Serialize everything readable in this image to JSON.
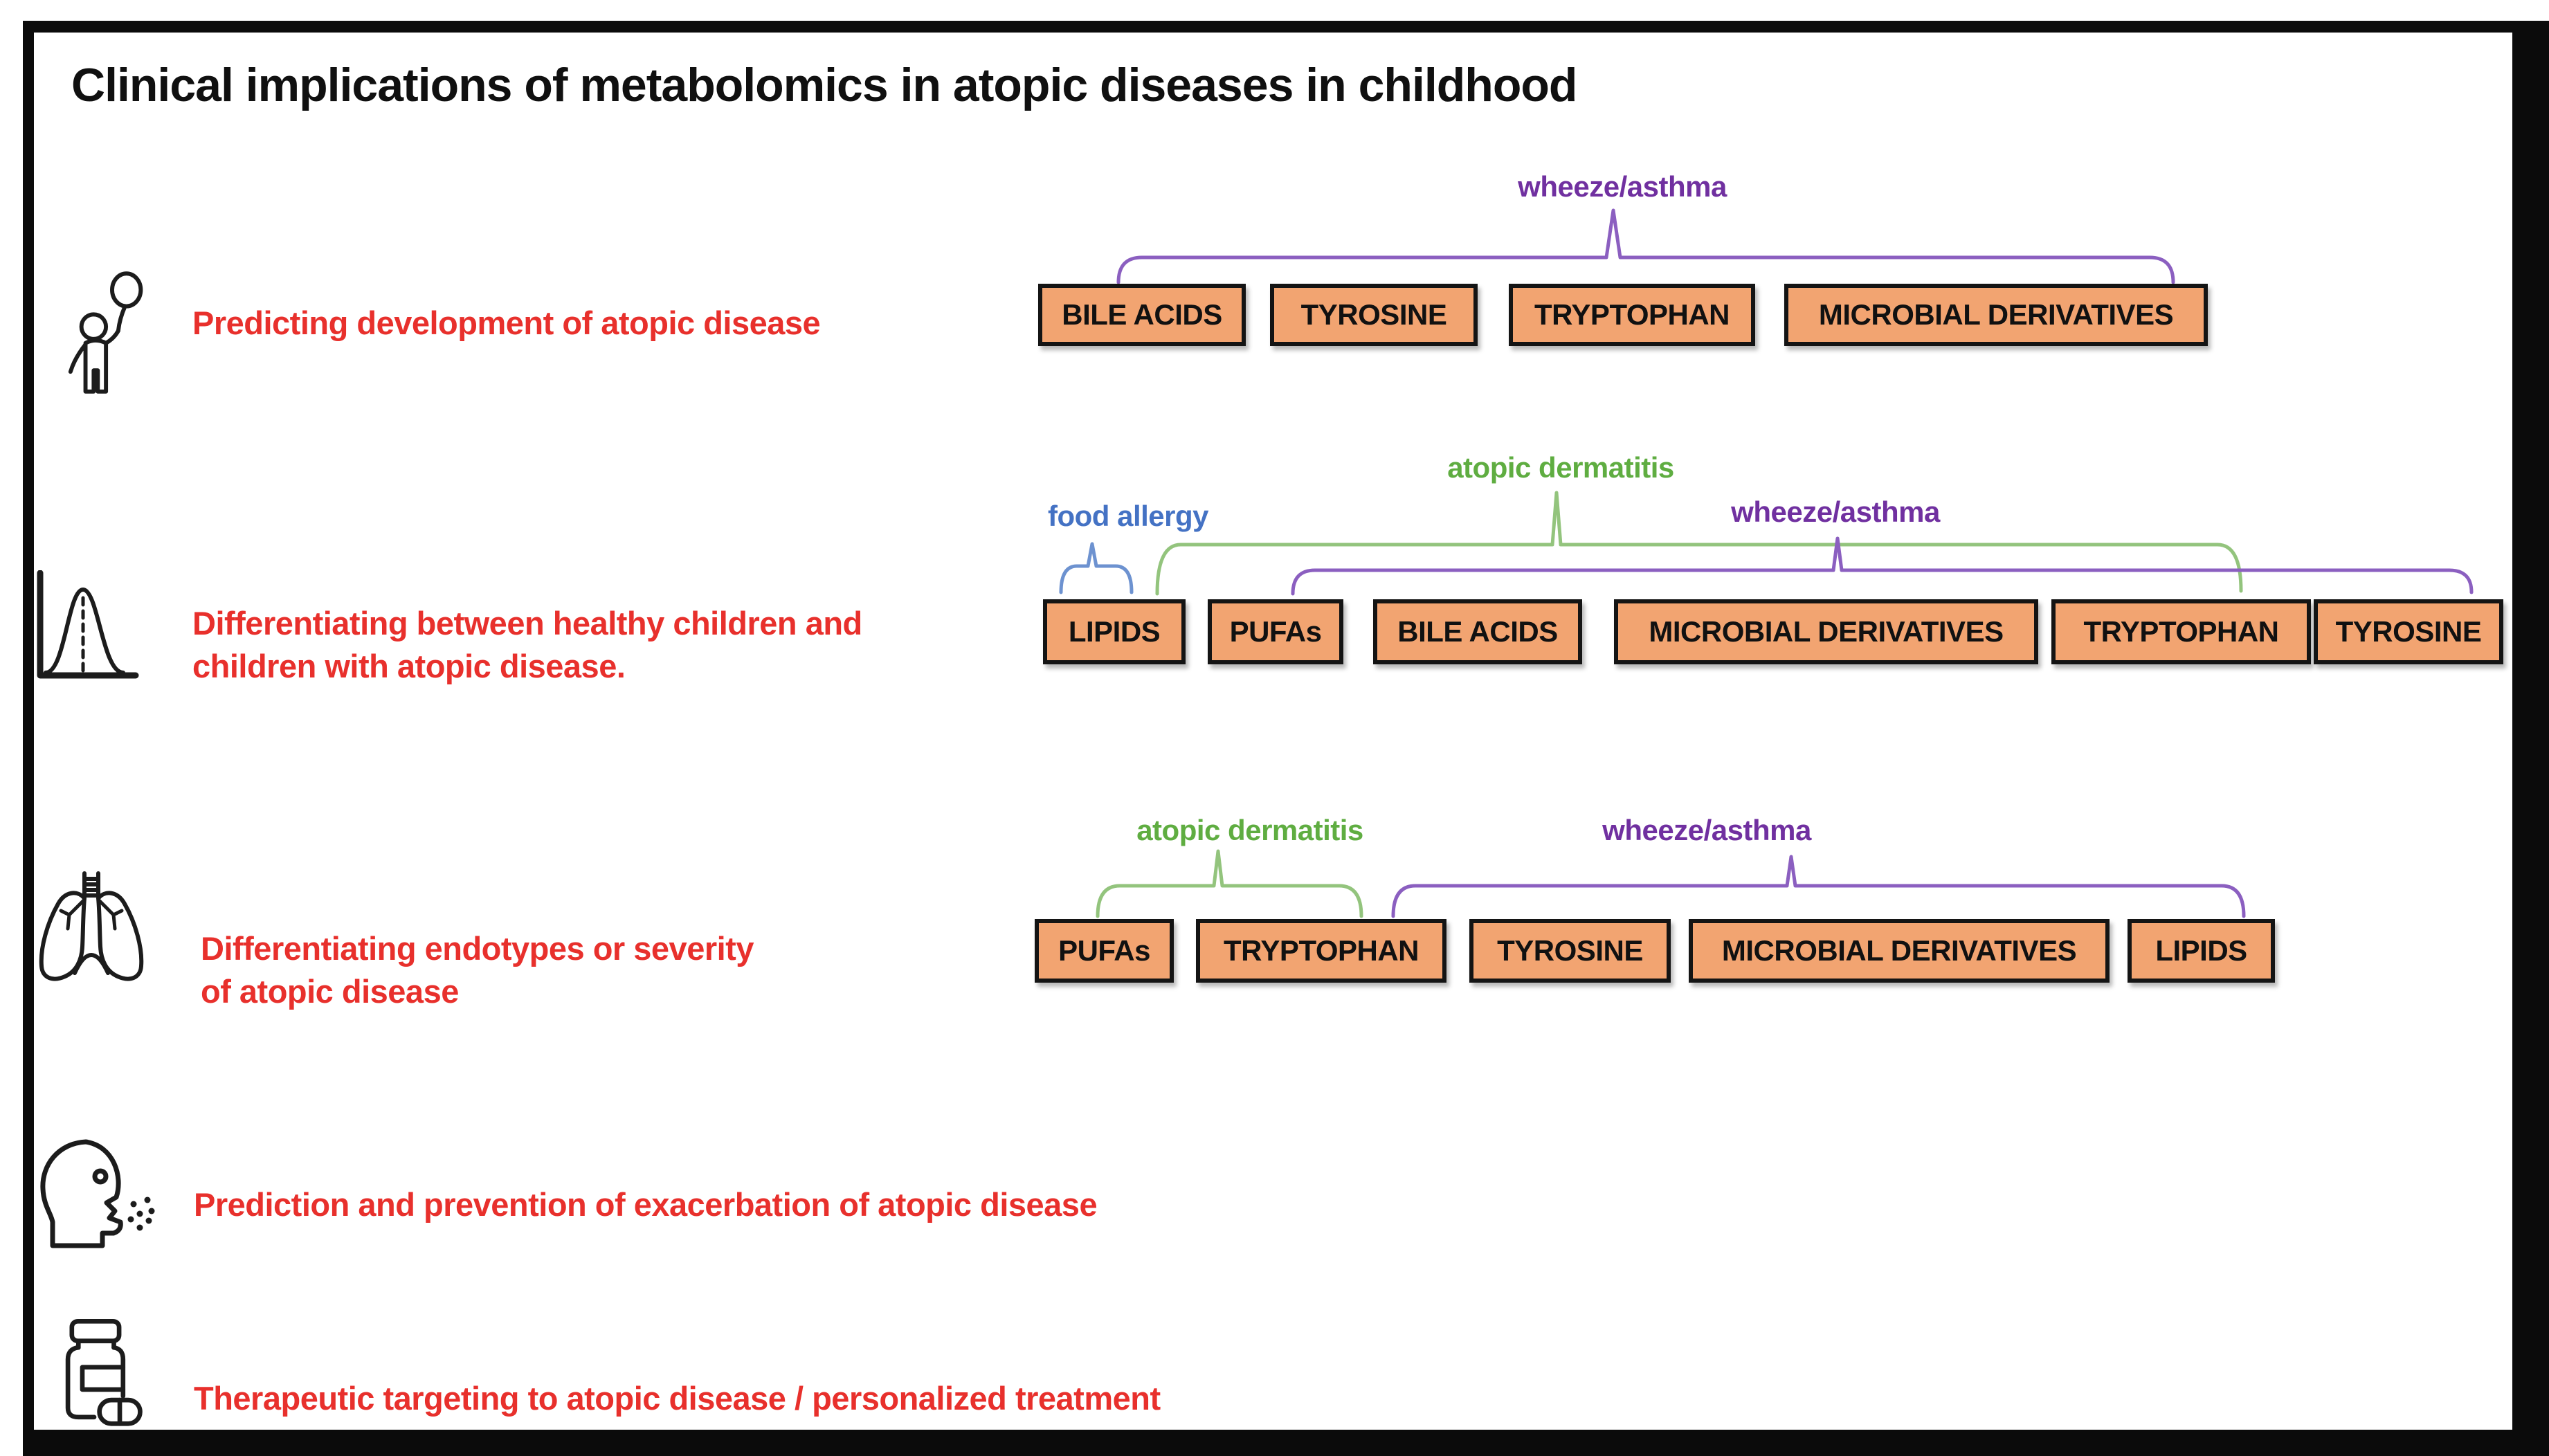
{
  "title": "Clinical implications of metabolomics in atopic diseases in childhood",
  "colors": {
    "red_text": "#e8302c",
    "box_fill": "#f2a471",
    "box_border": "#141414",
    "wheeze_asthma_label": "#7030a0",
    "wheeze_asthma_brace": "#8b5fc0",
    "atopic_dermatitis_label": "#5fad41",
    "atopic_dermatitis_brace": "#93c47d",
    "food_allergy_label": "#4472c4",
    "food_allergy_brace": "#6d92d0"
  },
  "left_rows": [
    {
      "icon": "child-with-balloon-icon",
      "line1": "Predicting development of atopic disease",
      "line2": ""
    },
    {
      "icon": "bell-curve-icon",
      "line1": "Differentiating between healthy children and",
      "line2": "children with atopic disease."
    },
    {
      "icon": "lungs-icon",
      "line1": "Differentiating endotypes or severity",
      "line2": "of atopic disease"
    },
    {
      "icon": "coughing-head-icon",
      "line1": "Prediction and prevention of exacerbation of atopic disease",
      "line2": ""
    },
    {
      "icon": "pill-bottle-icon",
      "line1": "Therapeutic targeting to atopic disease / personalized treatment",
      "line2": ""
    }
  ],
  "row1": {
    "brace_label": "wheeze/asthma",
    "boxes": [
      "BILE ACIDS",
      "TYROSINE",
      "TRYPTOPHAN",
      "MICROBIAL DERIVATIVES"
    ]
  },
  "row2": {
    "label_food_allergy": "food allergy",
    "label_atopic_dermatitis": "atopic dermatitis",
    "label_wheeze_asthma": "wheeze/asthma",
    "boxes": [
      "LIPIDS",
      "PUFAs",
      "BILE ACIDS",
      "MICROBIAL DERIVATIVES",
      "TRYPTOPHAN",
      "TYROSINE"
    ]
  },
  "row3": {
    "label_atopic_dermatitis": "atopic dermatitis",
    "label_wheeze_asthma": "wheeze/asthma",
    "boxes": [
      "PUFAs",
      "TRYPTOPHAN",
      "TYROSINE",
      "MICROBIAL DERIVATIVES",
      "LIPIDS"
    ]
  }
}
